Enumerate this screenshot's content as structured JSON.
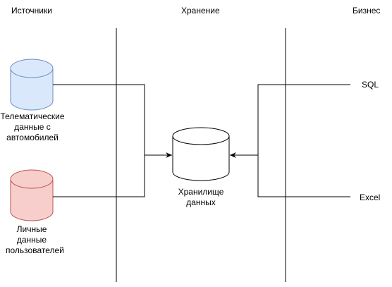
{
  "lanes": {
    "sources": "Источники",
    "storage": "Хранение",
    "business": "Бизнес"
  },
  "nodes": {
    "telematics": {
      "label": "Телематические данные с автомобилей",
      "fill": "#dae8fc",
      "stroke": "#6c8ebf"
    },
    "personal": {
      "label": "Личные данные пользователей",
      "fill": "#f8cecc",
      "stroke": "#b85450"
    },
    "warehouse": {
      "label": "Хранилище данных",
      "fill": "#ffffff",
      "stroke": "#000000"
    }
  },
  "outputs": {
    "sql": "SQL",
    "excel": "Excel"
  }
}
